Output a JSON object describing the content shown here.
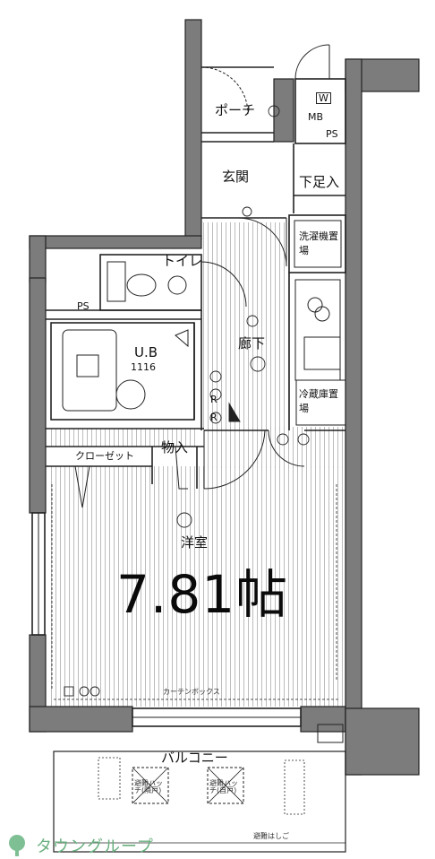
{
  "rooms": {
    "porch": "ポーチ",
    "entrance": "玄関",
    "shoe_storage": "下足入",
    "toilet": "トイレ",
    "hallway": "廊下",
    "bath": "U.B",
    "bath_size": "1116",
    "closet": "クローゼット",
    "storage": "物入",
    "western_room": "洋室",
    "room_size": "7.81帖",
    "balcony": "バルコニー"
  },
  "fixtures": {
    "ps_left": "PS",
    "ps_top": "PS",
    "mb": "MB",
    "washer": "W",
    "washer_space": "洗濯機置場",
    "fridge_space": "冷蔵庫置場",
    "r1": "R",
    "r2": "R",
    "curtain_box": "カーテンボックス",
    "evac_hatch_1": "避難ハッチ(隣戸)",
    "evac_hatch_2": "避難ハッチ(自戸)",
    "hatch_note": "避難はしご"
  },
  "logo_text": "タウングループ"
}
